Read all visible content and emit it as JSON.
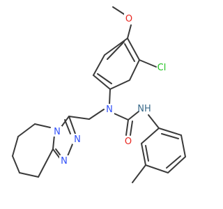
{
  "molecule": {
    "atom_labels": {
      "methoxy_o": "O",
      "chloro": "Cl",
      "urea_n": "N",
      "amide_nh": "NH",
      "carbonyl_o": "O",
      "triazole_n_bridge": "N",
      "triazole_n2": "N",
      "triazole_n1": "N"
    },
    "colors": {
      "bond": "#3a3a3a",
      "oxygen": "#e8261f",
      "nitrogen": "#3050f8",
      "chlorine": "#1fc21f",
      "amide_nh": "#3a6a8a"
    }
  }
}
